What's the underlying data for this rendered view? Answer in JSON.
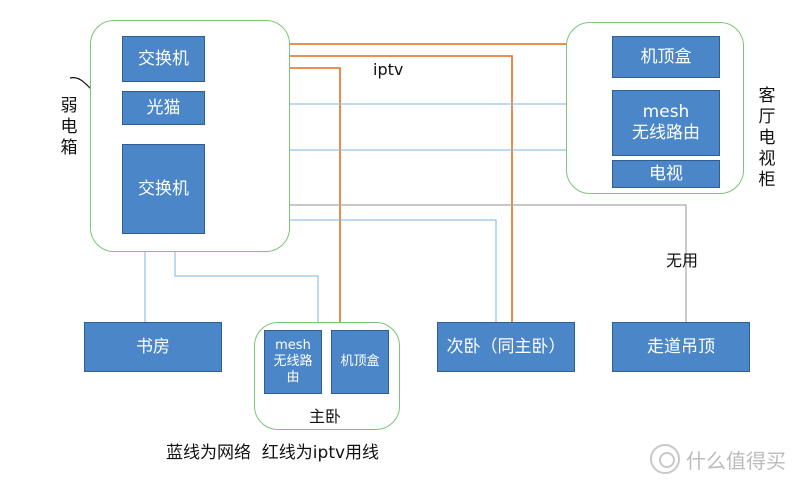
{
  "colors": {
    "network_line": "#7fb4de",
    "iptv_line": "#e9803a",
    "gray_line": "#a8a8a8",
    "box_fill": "#4a86c8",
    "group_border": "#7cc576"
  },
  "weak_box": {
    "label": "弱电箱",
    "switch_top": "交换机",
    "modem": "光猫",
    "switch_main": "交换机"
  },
  "living": {
    "label": "客厅电视柜",
    "stb": "机顶盒",
    "mesh": "mesh\n无线路由",
    "tv": "电视"
  },
  "iptv_label": "iptv",
  "unused_label": "无用",
  "rooms": {
    "study": "书房",
    "master_label": "主卧",
    "master_mesh": "mesh\n无线路\n由",
    "master_stb": "机顶盒",
    "second": "次卧（同主卧）",
    "corridor": "走道吊顶"
  },
  "caption": "蓝线为网络  红线为iptv用线",
  "watermark": "什么值得买",
  "watermark_icon": "zhide-logo-icon"
}
